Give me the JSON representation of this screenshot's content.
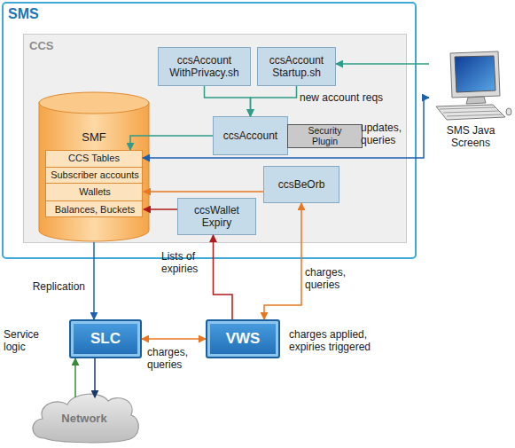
{
  "diagram": {
    "nodes": [
      {
        "text": [
          "SMS"
        ]
      },
      {
        "text": [
          "CCS"
        ],
        "in": 0
      },
      {
        "text": [
          "ccsAccount WithPrivacy.sh"
        ],
        "in": 1
      },
      {
        "text": [
          "ccsAccount Startup.sh"
        ],
        "in": 1
      },
      {
        "text": [
          "SMF"
        ],
        "in": 1
      },
      {
        "text": [
          "CCS Tables"
        ],
        "in": 4
      },
      {
        "text": [
          "Subscriber accounts"
        ],
        "in": 5
      },
      {
        "text": [
          "Wallets"
        ],
        "in": 5
      },
      {
        "text": [
          "Balances, Buckets"
        ],
        "in": 5
      },
      {
        "text": [
          "ccsAccount"
        ],
        "in": 1
      },
      {
        "text": [
          "Security Plugin"
        ],
        "in": 1
      },
      {
        "text": [
          "ccsBeOrb"
        ],
        "in": 1
      },
      {
        "text": [
          "ccsWallet Expiry"
        ],
        "in": 1
      },
      {
        "text": [
          "SMS Java Screens"
        ]
      },
      {
        "text": [
          "SLC"
        ]
      },
      {
        "text": [
          "VWS"
        ]
      },
      {
        "text": [
          "Network"
        ]
      }
    ],
    "edges": [
      {
        "from": 2,
        "to": 9,
        "arrow": "to"
      },
      {
        "from": 3,
        "to": 9,
        "label": "new account reqs",
        "arrow": "to"
      },
      {
        "from": 13,
        "to": 3,
        "arrow": "to"
      },
      {
        "from": 9,
        "to": 5,
        "arrow": "to"
      },
      {
        "from": 13,
        "to": 5,
        "label": "updates, queries",
        "arrow": "both"
      },
      {
        "from": 11,
        "to": 7,
        "arrow": "to"
      },
      {
        "from": 12,
        "to": 8,
        "arrow": "to"
      },
      {
        "from": 15,
        "to": 12,
        "label": "Lists of expiries",
        "arrow": "to"
      },
      {
        "from": 15,
        "to": 11,
        "label": "charges, queries",
        "arrow": "both"
      },
      {
        "from": 4,
        "to": 14,
        "label": "Replication",
        "arrow": "to"
      },
      {
        "from": 14,
        "to": 15,
        "label": "charges, queries",
        "arrow": "both"
      },
      {
        "from": 16,
        "to": 14,
        "arrow": "to"
      },
      {
        "from": 14,
        "to": 16,
        "arrow": "to"
      }
    ],
    "labels": [
      "Service logic",
      "charges applied, expiries triggered"
    ]
  }
}
